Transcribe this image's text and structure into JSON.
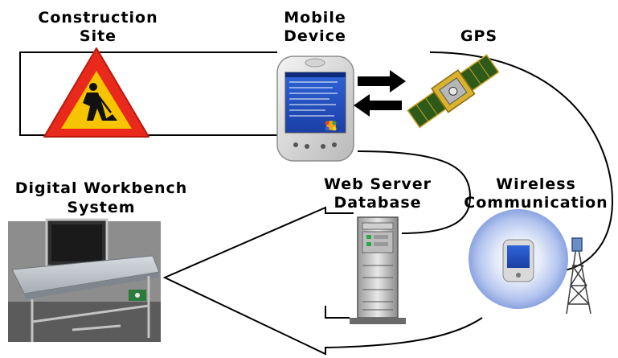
{
  "labels": {
    "construction_line1": "Construction",
    "construction_line2": "Site",
    "mobile_line1": "Mobile",
    "mobile_line2": "Device",
    "gps": "GPS",
    "webserver_line1": "Web Server",
    "webserver_line2": "Database",
    "wireless_line1": "Wireless",
    "wireless_line2": "Communication",
    "workbench_line1": "Digital Workbench",
    "workbench_line2": "System"
  },
  "icons": {
    "construction": "construction-warning-sign-icon",
    "mobile": "pda-device-icon",
    "gps": "gps-satellite-icon",
    "server": "server-tower-icon",
    "wireless": "wireless-tower-icon",
    "workbench": "digital-workbench-icon"
  },
  "colors": {
    "sign_red": "#e8291c",
    "sign_yellow": "#f7c400",
    "flow_line": "#000000",
    "wireless_glow": "#8aa3e0"
  }
}
